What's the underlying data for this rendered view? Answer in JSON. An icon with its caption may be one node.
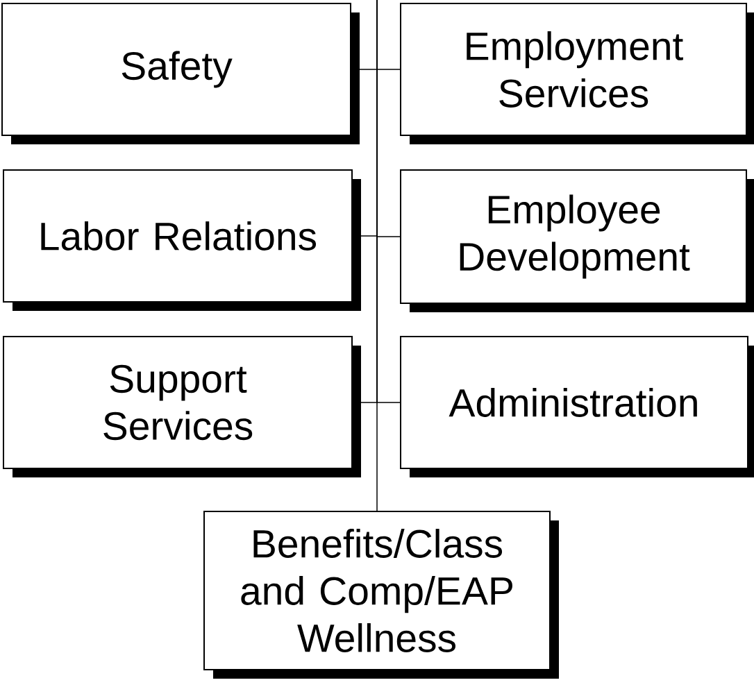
{
  "diagram": {
    "nodes": [
      {
        "text": [
          "Safety"
        ]
      },
      {
        "text": [
          "Employment Services"
        ]
      },
      {
        "text": [
          "Labor Relations"
        ]
      },
      {
        "text": [
          "Employee Development"
        ]
      },
      {
        "text": [
          "Support Services"
        ]
      },
      {
        "text": [
          "Administration"
        ]
      },
      {
        "text": [
          "Benefits/Class and Comp/EAP Wellness"
        ]
      }
    ],
    "edges": [
      {
        "from": null,
        "to": 0,
        "arrow": "none"
      },
      {
        "from": null,
        "to": 1,
        "arrow": "none"
      },
      {
        "from": null,
        "to": 2,
        "arrow": "none"
      },
      {
        "from": null,
        "to": 3,
        "arrow": "none"
      },
      {
        "from": null,
        "to": 4,
        "arrow": "none"
      },
      {
        "from": null,
        "to": 5,
        "arrow": "none"
      },
      {
        "from": null,
        "to": 6,
        "arrow": "none"
      }
    ]
  }
}
